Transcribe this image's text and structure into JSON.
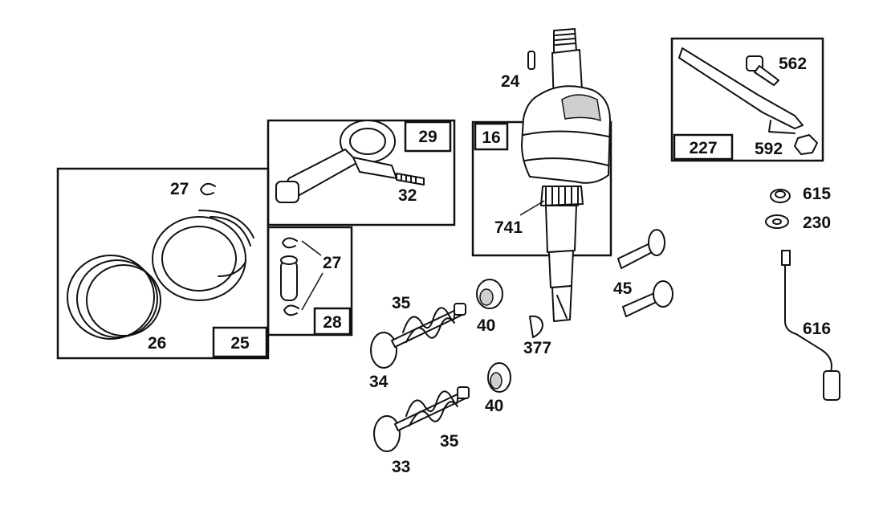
{
  "labels": {
    "p24": "24",
    "p16": "16",
    "p741": "741",
    "p29": "29",
    "p32": "32",
    "p27a": "27",
    "p27b": "27",
    "p25": "25",
    "p26": "26",
    "p28": "28",
    "p35a": "35",
    "p35b": "35",
    "p34": "34",
    "p33": "33",
    "p40a": "40",
    "p40b": "40",
    "p377": "377",
    "p45": "45",
    "p227": "227",
    "p562": "562",
    "p592": "592",
    "p615": "615",
    "p230": "230",
    "p616": "616"
  },
  "colors": {
    "ink": "#111111",
    "paper": "#ffffff",
    "shade": "#cfcfcf"
  }
}
